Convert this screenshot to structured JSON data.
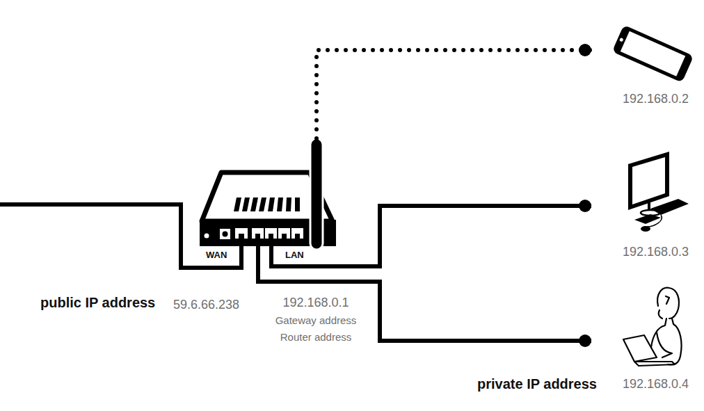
{
  "diagram": {
    "nodes": [
      {
        "text": [
          "WAN",
          "LAN"
        ]
      },
      {
        "text": [
          "192.168.0.2"
        ]
      },
      {
        "text": [
          "192.168.0.3"
        ]
      },
      {
        "text": [
          "192.168.0.4"
        ]
      }
    ],
    "edges": [
      {
        "from": 0,
        "to": 1,
        "arrow": "none"
      },
      {
        "from": 0,
        "to": 2,
        "arrow": "none"
      },
      {
        "from": 0,
        "to": 3,
        "arrow": "none"
      }
    ],
    "labels": [
      "public IP address",
      "59.6.66.238",
      "192.168.0.1",
      "Gateway address",
      "Router address",
      "private IP address"
    ]
  }
}
